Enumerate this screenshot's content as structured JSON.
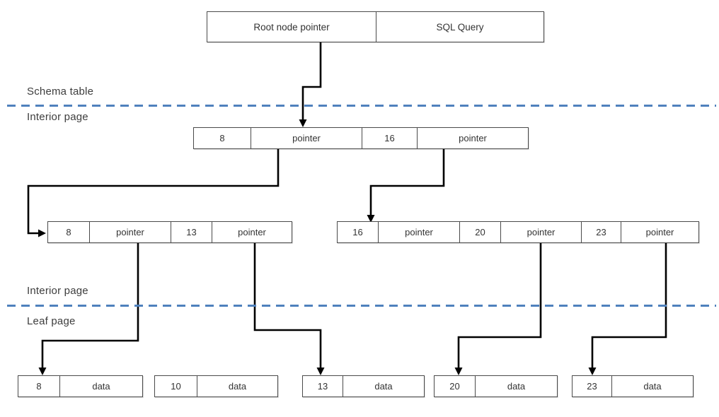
{
  "section_labels": {
    "schema_table": "Schema table",
    "interior_page_top": "Interior page",
    "interior_page_bottom": "Interior page",
    "leaf_page": "Leaf page"
  },
  "root_node": {
    "cells": [
      "Root node pointer",
      "SQL Query"
    ]
  },
  "interior_level1": {
    "cells": [
      "8",
      "pointer",
      "16",
      "pointer"
    ]
  },
  "interior_level2_left": {
    "cells": [
      "8",
      "pointer",
      "13",
      "pointer"
    ]
  },
  "interior_level2_right": {
    "cells": [
      "16",
      "pointer",
      "20",
      "pointer",
      "23",
      "pointer"
    ]
  },
  "leaf_nodes": [
    {
      "cells": [
        "8",
        "data"
      ]
    },
    {
      "cells": [
        "10",
        "data"
      ]
    },
    {
      "cells": [
        "13",
        "data"
      ]
    },
    {
      "cells": [
        "20",
        "data"
      ]
    },
    {
      "cells": [
        "23",
        "data"
      ]
    }
  ],
  "colors": {
    "section_divider": "#4f81bd",
    "box_border": "#4a4a4a",
    "arrow": "#000000",
    "text": "#3d3d3d"
  }
}
